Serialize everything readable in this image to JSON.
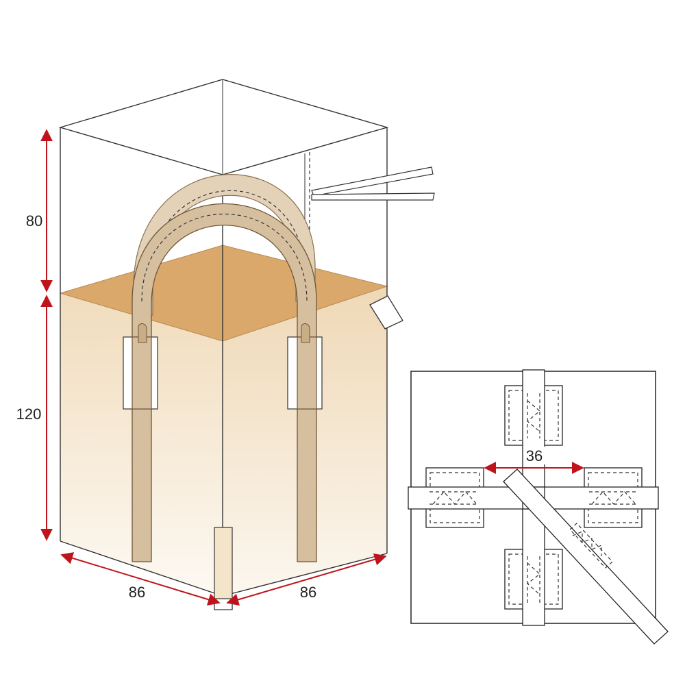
{
  "dimensions": {
    "top_height": "80",
    "body_height": "120",
    "width_left": "86",
    "width_right": "86",
    "loop_spacing": "36"
  },
  "colors": {
    "dimension_line": "#c0141c",
    "fill_top": "#d9a86a",
    "fill_body_top": "#f1dcbc",
    "fill_body_bottom": "#fdf9f3",
    "floor": "#f0ce98",
    "strap": "#d6bf9f",
    "strap_back": "#e4d2b8",
    "outline": "#333333"
  }
}
